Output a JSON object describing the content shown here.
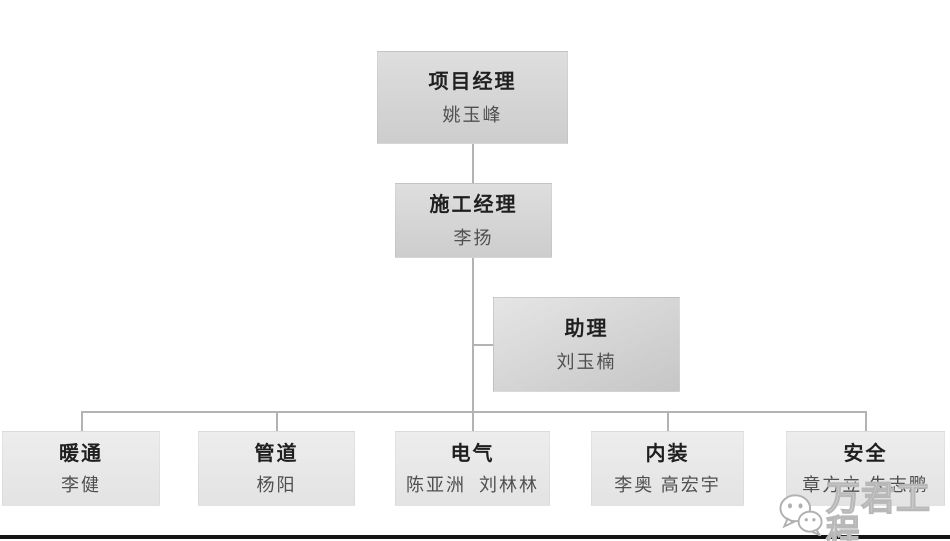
{
  "org_chart": {
    "type": "org-tree",
    "nodes": [
      {
        "role": "项目经理",
        "person": "姚玉峰",
        "reports_to": null
      },
      {
        "role": "施工经理",
        "person": "李扬",
        "reports_to": "项目经理"
      },
      {
        "role": "助理",
        "person": "刘玉楠",
        "reports_to": "施工经理"
      },
      {
        "role": "暖通",
        "person": "李健",
        "reports_to": "施工经理"
      },
      {
        "role": "管道",
        "person": "杨阳",
        "reports_to": "施工经理"
      },
      {
        "role": "电气",
        "person": "陈亚洲  刘林林",
        "reports_to": "施工经理"
      },
      {
        "role": "内装",
        "person": "李奥 高宏宇",
        "reports_to": "施工经理"
      },
      {
        "role": "安全",
        "person": "章方立 朱志鹏",
        "reports_to": "施工经理"
      }
    ]
  },
  "watermark": {
    "icon": "wechat-icon",
    "text": "万君工程"
  },
  "colors": {
    "background": "#ffffff",
    "line": "#b3b3b3",
    "node-top": "#dedede",
    "node-bottom": "#cdcdcd",
    "node-light-top": "#ededed",
    "node-light-bottom": "#e3e3e3",
    "assistant-top": "#e5e5e5",
    "assistant-bottom": "#c6c6c6",
    "title-color": "#1f1f1f",
    "name-color": "#4f4f4f",
    "watermark-color": "#b8b8b8",
    "bottom-bar": "#141414"
  }
}
